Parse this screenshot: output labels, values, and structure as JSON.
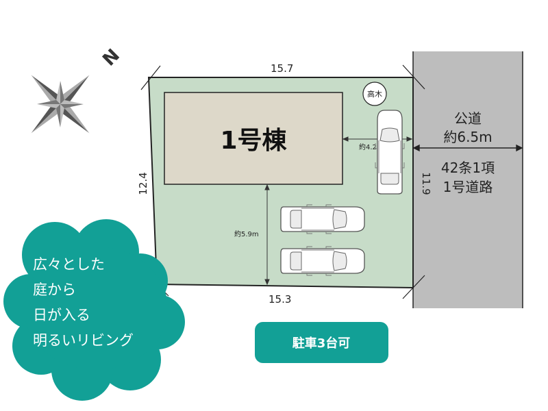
{
  "compass": {
    "north_label": "N"
  },
  "lot": {
    "top_width": "15.7",
    "bottom_width": "15.3",
    "left_depth": "12.4",
    "right_depth": "11.9"
  },
  "building": {
    "label": "1号棟"
  },
  "tree": {
    "label": "高木"
  },
  "distances": {
    "building_to_road": "約4.2m",
    "building_to_lot_edge": "約5.9m"
  },
  "road": {
    "name": "公道",
    "width": "約6.5m",
    "class_line1": "42条1項",
    "class_line2": "1号道路"
  },
  "parking_badge": {
    "label": "駐車3台可"
  },
  "feature_cloud": {
    "lines": [
      "広々とした",
      "庭から",
      "日が入る",
      "明るいリビング"
    ]
  },
  "colors": {
    "lot_fill": "#c7dcc8",
    "building_fill": "#ddd8c9",
    "road_fill": "#bdbdbd",
    "accent_teal": "#12a096",
    "outline": "#222222"
  }
}
